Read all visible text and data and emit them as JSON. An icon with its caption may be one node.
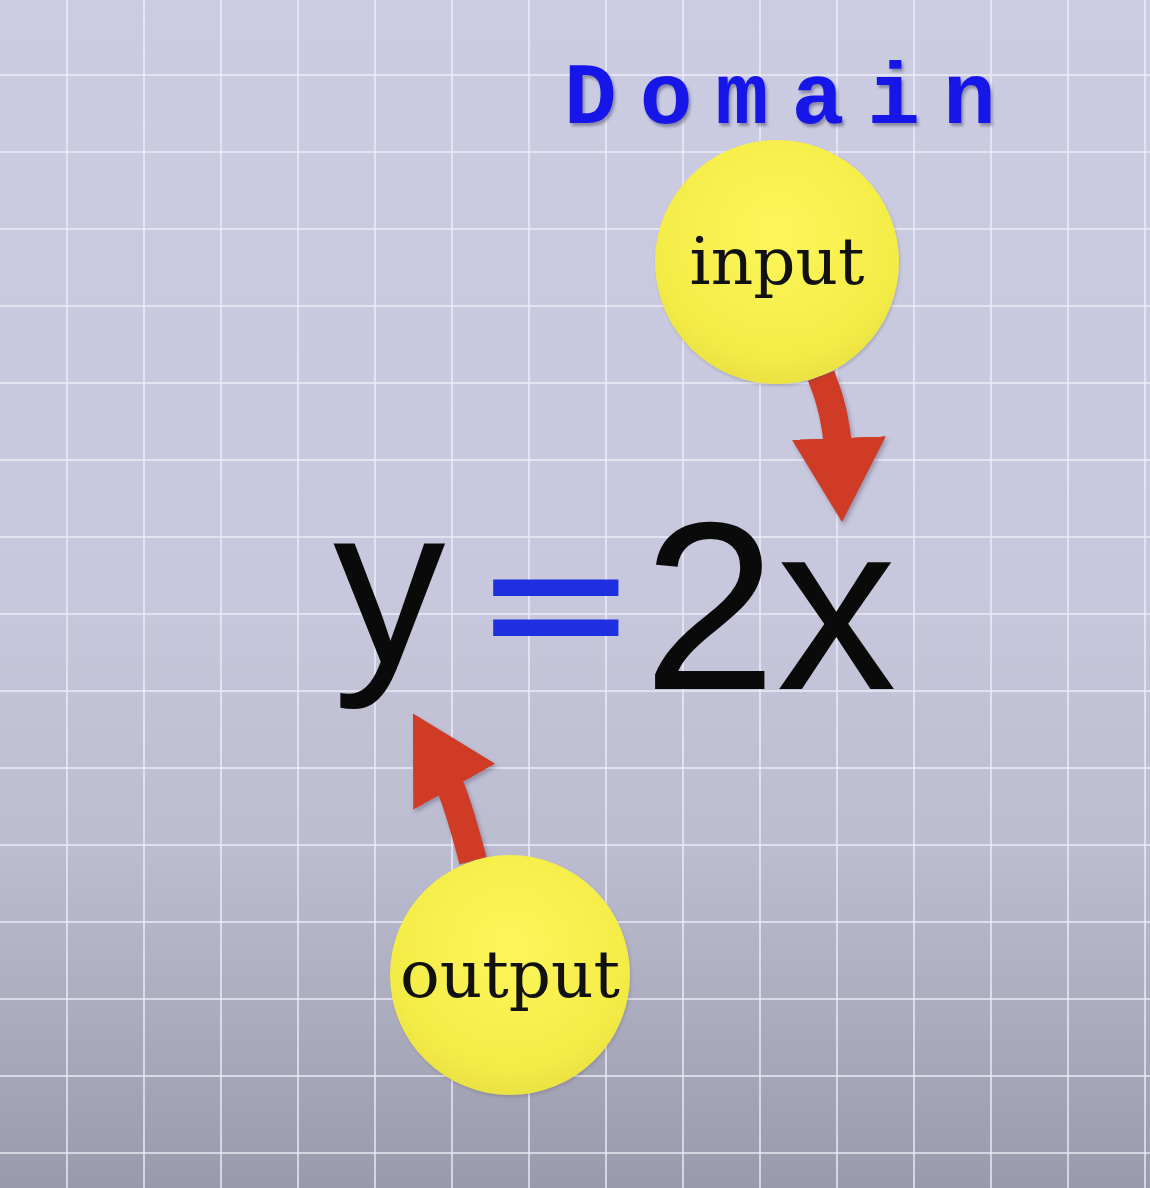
{
  "diagram": {
    "nodes": [
      {
        "text": [
          "input"
        ],
        "beside": [
          "Domain"
        ]
      },
      {
        "text": [
          "y"
        ]
      },
      {
        "text": [
          "2x"
        ]
      },
      {
        "text": [
          "output"
        ]
      }
    ],
    "edges": [
      {
        "from": 0,
        "to": 2,
        "arrow": "to"
      },
      {
        "from": 3,
        "to": 1,
        "arrow": "to"
      }
    ],
    "labels": [
      "="
    ]
  }
}
